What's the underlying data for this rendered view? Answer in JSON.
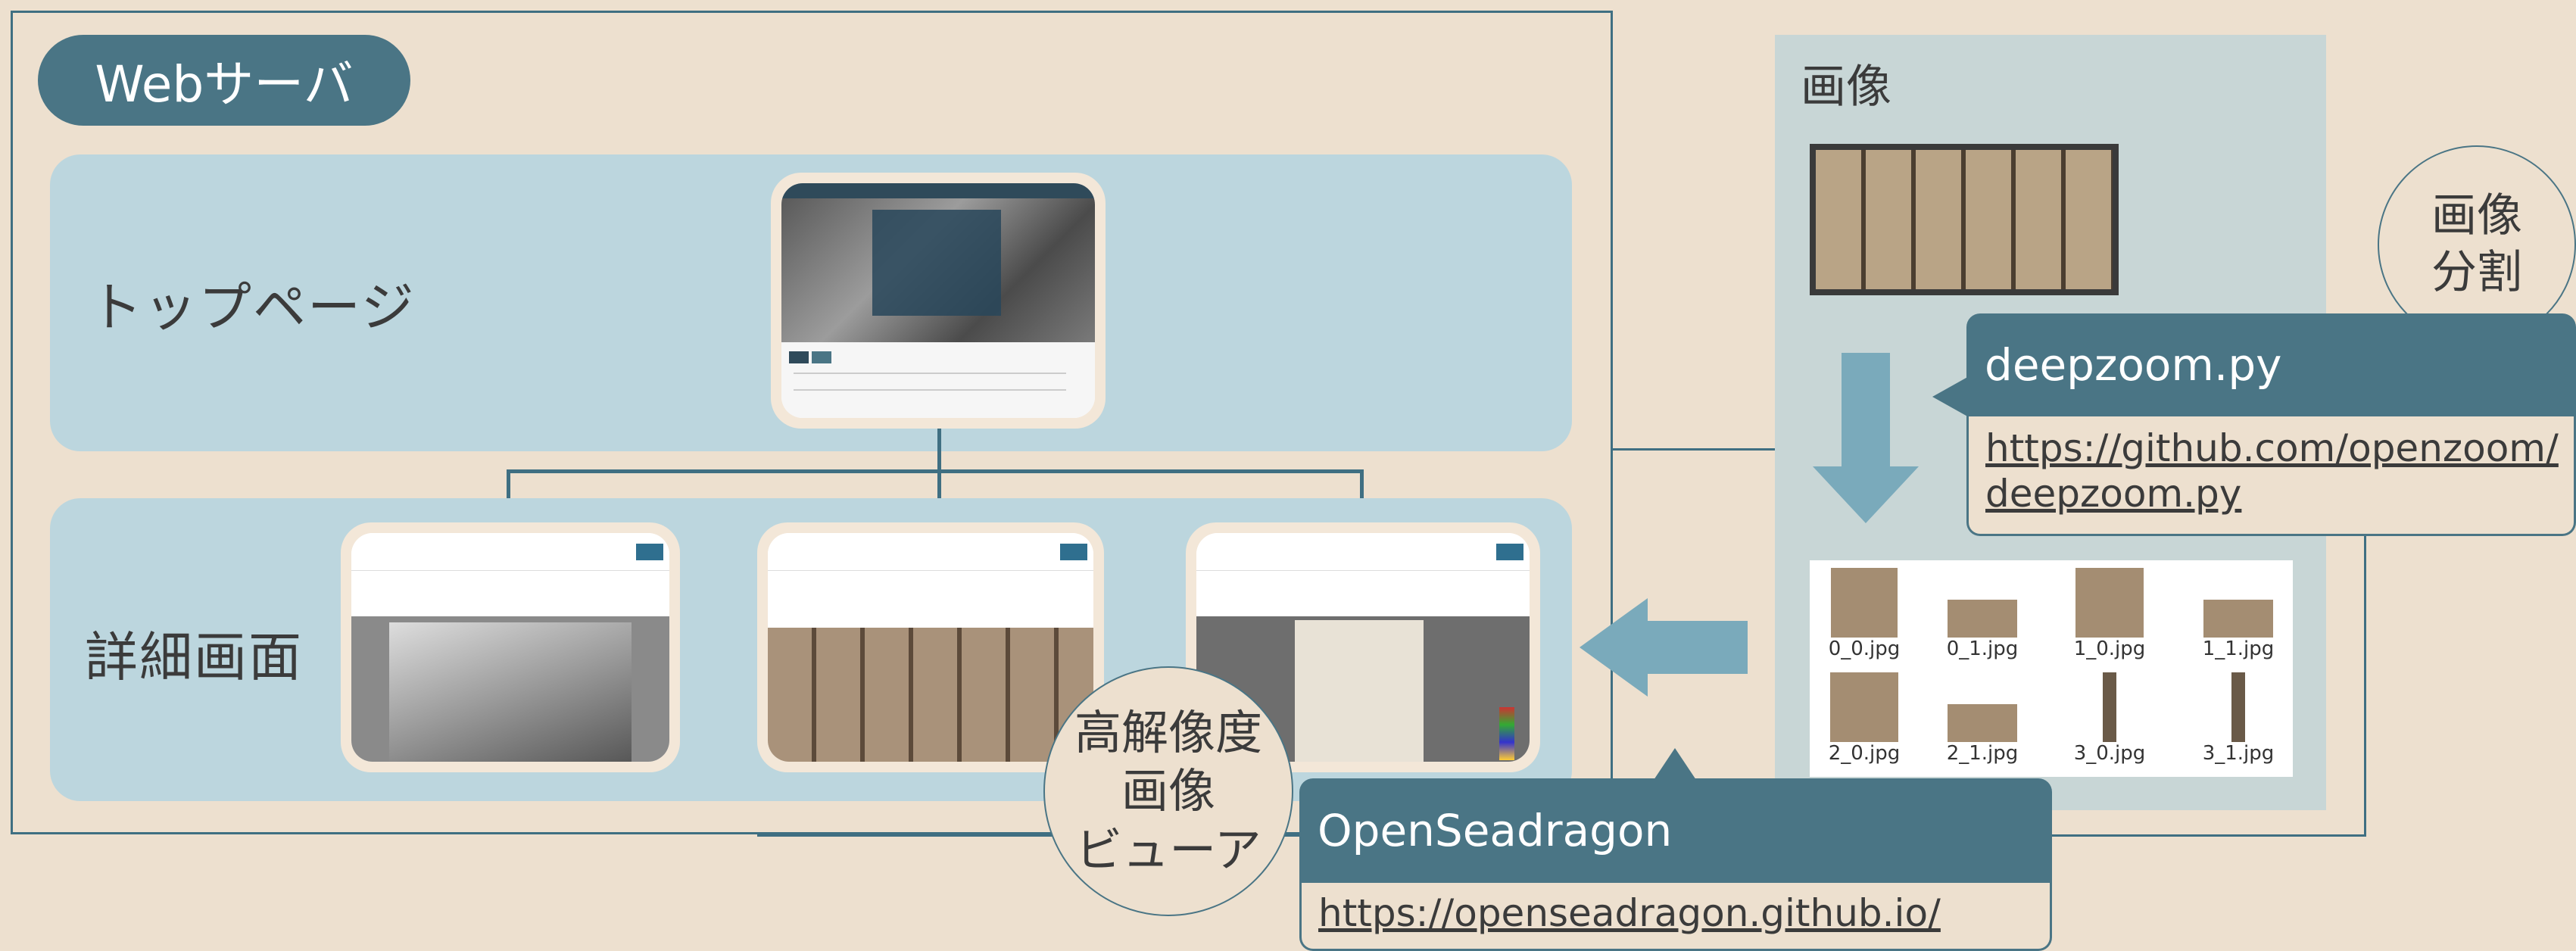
{
  "web_server": {
    "label": "Webサーバ"
  },
  "top_page": {
    "label": "トップページ"
  },
  "detail_page": {
    "label": "詳細画面"
  },
  "image_section": {
    "label": "画像"
  },
  "split_circle": {
    "line1": "画像",
    "line2": "分割"
  },
  "viewer_circle": {
    "line1": "高解像度",
    "line2": "画像",
    "line3": "ビューア"
  },
  "deepzoom": {
    "title": "deepzoom.py",
    "url_line1": "https://github.com/openzoom/",
    "url_line2": "deepzoom.py"
  },
  "openseadragon": {
    "title": "OpenSeadragon",
    "url": "https://openseadragon.github.io/"
  },
  "tiles": [
    "0_0.jpg",
    "0_1.jpg",
    "1_0.jpg",
    "1_1.jpg",
    "2_0.jpg",
    "2_1.jpg",
    "3_0.jpg",
    "3_1.jpg"
  ],
  "colors": {
    "background": "#ede0cf",
    "panel": "#bcd6de",
    "accent": "#4a7585",
    "arrow": "#7aaabb"
  }
}
